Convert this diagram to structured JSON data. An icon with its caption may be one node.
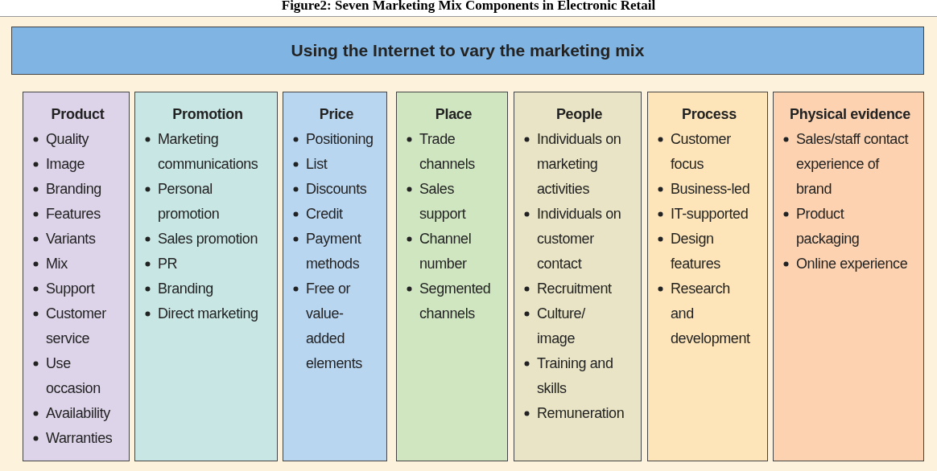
{
  "diagram": {
    "title": "Figure2: Seven Marketing Mix Components in Electronic Retail",
    "nodes": [
      {
        "text": [
          "Using the Internet to vary the marketing mix"
        ]
      },
      {
        "text": [
          "Product",
          "Quality",
          "Image",
          "Branding",
          "Features",
          "Variants",
          "Mix",
          "Support",
          "Customer service",
          "Use occasion",
          "Availability",
          "Warranties"
        ]
      },
      {
        "text": [
          "Promotion",
          "Marketing communications",
          "Personal promotion",
          "Sales promotion",
          "PR",
          "Branding",
          "Direct marketing"
        ]
      },
      {
        "text": [
          "Price",
          "Positioning",
          "List",
          "Discounts",
          "Credit",
          "Payment methods",
          "Free or value-added elements"
        ]
      },
      {
        "text": [
          "Place",
          "Trade channels",
          "Sales support",
          "Channel number",
          "Segmented channels"
        ]
      },
      {
        "text": [
          "People",
          "Individuals on marketing activities",
          "Individuals on customer contact",
          "Recruitment",
          "Culture/ image",
          "Training and skills",
          "Remuneration"
        ]
      },
      {
        "text": [
          "Process",
          "Customer focus",
          "Business-led",
          "IT-supported",
          "Design features",
          "Research and development"
        ]
      },
      {
        "text": [
          "Physical evidence",
          "Sales/staff contact experience of brand",
          "Product packaging",
          "Online experience"
        ]
      }
    ],
    "edges": []
  }
}
